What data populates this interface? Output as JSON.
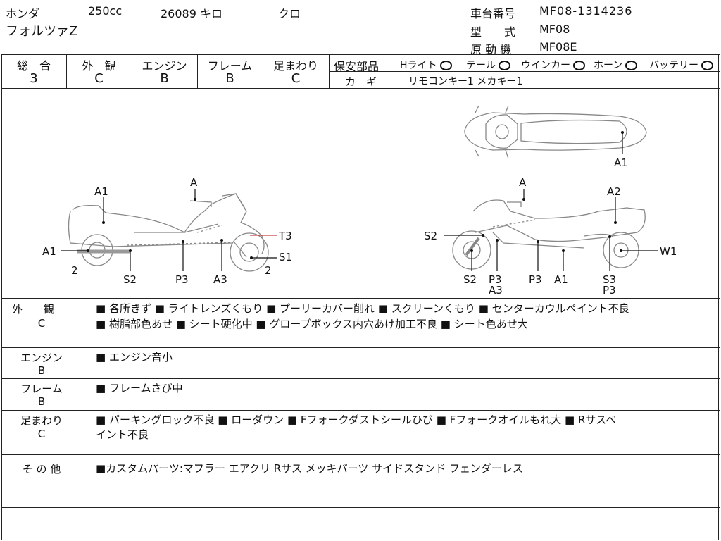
{
  "header": {
    "maker": "ホンダ",
    "displacement": "250cc",
    "mileage": "26089 キロ",
    "color": "クロ",
    "model": "フォルツァZ",
    "frame_no_label": "車台番号",
    "frame_no_value": "MF08-1314236",
    "type_label": "型　　式",
    "type_value": "MF08",
    "engine_label": "原 動 機",
    "engine_value": "MF08E"
  },
  "grades": [
    {
      "label": "総　合",
      "value": "3"
    },
    {
      "label": "外　観",
      "value": "C"
    },
    {
      "label": "エンジン",
      "value": "B"
    },
    {
      "label": "フレーム",
      "value": "B"
    },
    {
      "label": "足まわり",
      "value": "C"
    }
  ],
  "safety": {
    "label": "保安部品",
    "items": [
      "Hライト",
      "テール",
      "ウインカー",
      "ホーン",
      "バッテリー"
    ]
  },
  "keys": {
    "label": "カ　ギ",
    "value": "リモコンキー1 メカキー1"
  },
  "diagram_labels": {
    "left": [
      "A1",
      "A",
      "A1",
      "T3",
      "S1",
      "2",
      "S2",
      "P3",
      "A3",
      "2"
    ],
    "right": [
      "A1",
      "A",
      "A2",
      "S2",
      "W1",
      "S2",
      "P3",
      "A3",
      "P3",
      "A1",
      "S3",
      "P3"
    ]
  },
  "sections": [
    {
      "label": "外　　観",
      "grade": "C",
      "lines": [
        "■ 各所きず ■ ライトレンズくもり ■ プーリーカバー削れ ■ スクリーンくもり ■ センターカウルペイント不良",
        "■ 樹脂部色あせ ■ シート硬化中 ■ グローブボックス内穴あけ加工不良 ■ シート色あせ大"
      ]
    },
    {
      "label": "エンジン",
      "grade": "B",
      "lines": [
        "■ エンジン音小"
      ]
    },
    {
      "label": "フレーム",
      "grade": "B",
      "lines": [
        "■ フレームさび中"
      ]
    },
    {
      "label": "足まわり",
      "grade": "C",
      "lines": [
        "■ パーキングロック不良 ■ ローダウン ■ Fフォークダストシールひび ■ Fフォークオイルもれ大 ■ Rサスペ",
        "イント不良"
      ]
    },
    {
      "label": "そ の 他",
      "grade": "",
      "lines": [
        "■カスタムパーツ:マフラー エアクリ Rサス メッキパーツ サイドスタンド フェンダーレス"
      ]
    }
  ]
}
